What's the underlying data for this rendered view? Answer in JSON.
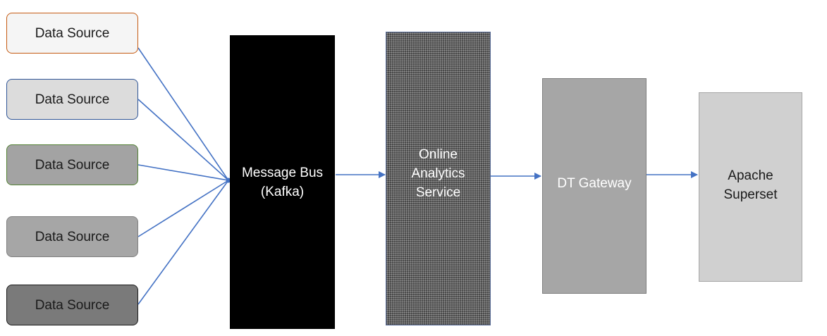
{
  "diagram": {
    "sources": [
      {
        "label": "Data Source",
        "fill": "#f5f5f5",
        "border": "#c55a11",
        "text_color": "#1a1a1a"
      },
      {
        "label": "Data Source",
        "fill": "#dcdcdc",
        "border": "#2f5597",
        "text_color": "#1a1a1a"
      },
      {
        "label": "Data Source",
        "fill": "#a3a3a3",
        "border": "#548235",
        "text_color": "#1a1a1a"
      },
      {
        "label": "Data Source",
        "fill": "#a6a6a6",
        "border": "#7f7f7f",
        "text_color": "#1a1a1a"
      },
      {
        "label": "Data Source",
        "fill": "#7a7a7a",
        "border": "#1a1a1a",
        "text_color": "#1a1a1a"
      }
    ],
    "message_bus": {
      "label": "Message Bus\n(Kafka)",
      "fill": "#000000",
      "text_color": "#ffffff"
    },
    "analytics": {
      "label": "Online\nAnalytics\nService",
      "text_color": "#ffffff"
    },
    "gateway": {
      "label": "DT Gateway",
      "fill": "#a6a6a6",
      "border": "#7f7f7f",
      "text_color": "#ffffff"
    },
    "superset": {
      "label": "Apache\nSuperset",
      "fill": "#d0d0d0",
      "border": "#a6a6a6",
      "text_color": "#1a1a1a"
    },
    "connector_color": "#4472c4"
  }
}
